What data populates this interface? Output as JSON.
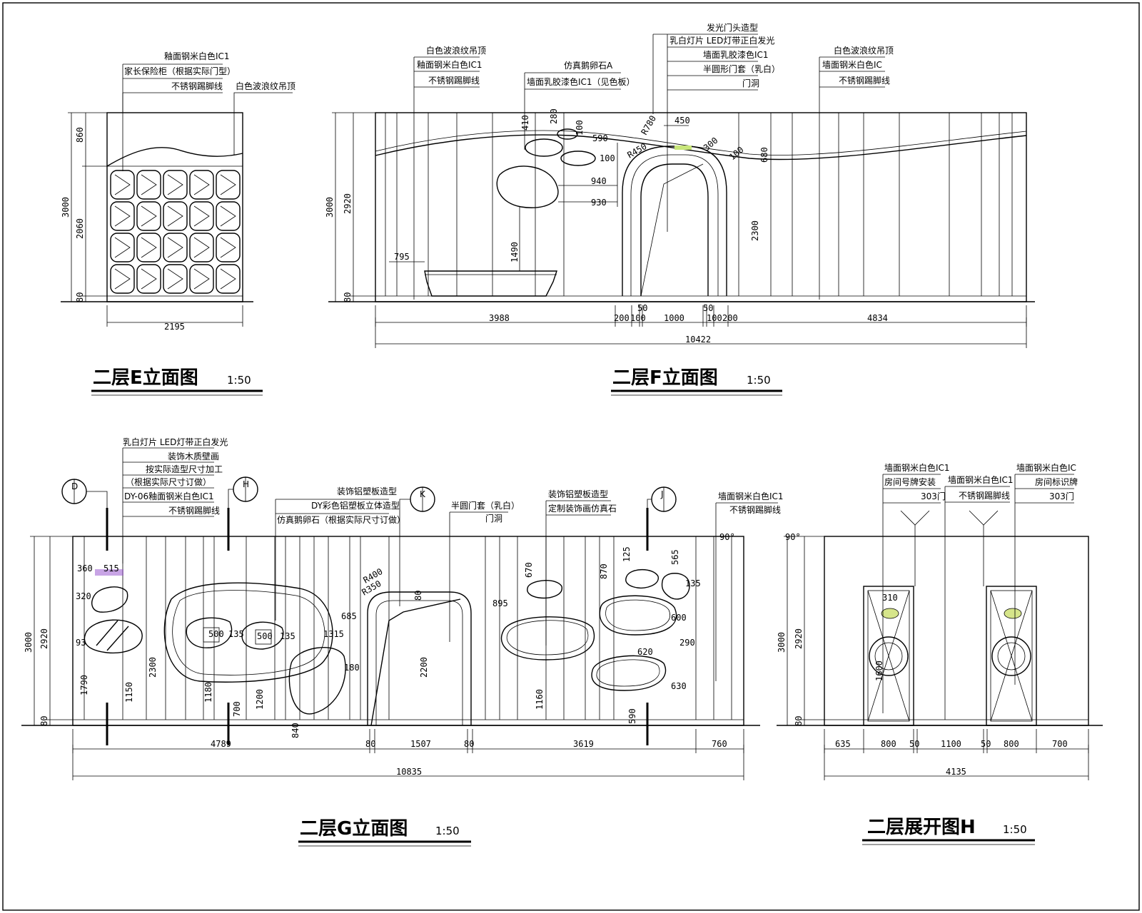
{
  "titles": {
    "e": {
      "name": "二层E立面图",
      "scale": "1:50"
    },
    "f": {
      "name": "二层F立面图",
      "scale": "1:50"
    },
    "g": {
      "name": "二层G立面图",
      "scale": "1:50"
    },
    "h": {
      "name": "二层展开图H",
      "scale": "1:50"
    }
  },
  "e": {
    "notes": [
      "釉面钢米白色IC1",
      "家长保险柜（根据实际门型）",
      "不锈钢踢脚线",
      "白色波浪纹吊顶"
    ],
    "dims": {
      "v1": "860",
      "v2": "2060",
      "v3": "80",
      "vt": "3000",
      "w": "2195"
    }
  },
  "f": {
    "notes_left": [
      "白色波浪纹吊顶",
      "釉面钢米白色IC1",
      "不锈钢踢脚线"
    ],
    "notes_mid": [
      "仿真鹅卵石A",
      "墙面乳胶漆色IC1（见色板）"
    ],
    "notes_top": [
      "发光门头造型",
      "乳白灯片 LED灯带正白发光",
      "墙面乳胶漆色IC1",
      "半圆形门套（乳白）",
      "门洞"
    ],
    "notes_right": [
      "白色波浪纹吊顶",
      "墙面钢米白色IC",
      "不锈钢踢脚线"
    ],
    "dims": {
      "r1": "410",
      "r2": "280",
      "r3": "590",
      "r4": "100",
      "r5": "100",
      "r6": "940",
      "r7": "930",
      "r8": "450",
      "r9": "R780",
      "r10": "R450",
      "r11": "300",
      "r12": "100",
      "r13": "680",
      "r14": "795",
      "r15": "1490",
      "r16": "2300",
      "r17": "3000",
      "r18": "2920",
      "r19": "80",
      "r20": "50",
      "r21": "50",
      "w1": "3988",
      "w2": "200",
      "w3": "100",
      "w4": "1000",
      "w5": "100",
      "w6": "200",
      "w7": "4834",
      "wt": "10422"
    }
  },
  "g": {
    "notes_a": [
      "乳白灯片 LED灯带正白发光",
      "装饰木质壁画",
      "按实际造型尺寸加工",
      "（根据实际尺寸订做）",
      "DY-06釉面钢米白色IC1",
      "不锈钢踢脚线"
    ],
    "notes_b": [
      "装饰铝塑板造型",
      "DY彩色铝塑板立体造型",
      "仿真鹅卵石（根据实际尺寸订做）"
    ],
    "notes_c": [
      "半圆门套（乳白）",
      "门洞"
    ],
    "notes_d": [
      "装饰铝塑板造型",
      "定制装饰画仿真石"
    ],
    "notes_e": [
      "墙面钢米白色IC1",
      "不锈钢踢脚线"
    ],
    "bubbles": [
      "D",
      "H",
      "K",
      "J"
    ],
    "dims": {
      "a1": "360",
      "a2": "515",
      "a3": "320",
      "a4": "93",
      "a5": "1790",
      "a6": "1150",
      "a7": "2300",
      "a8": "500",
      "a9": "135",
      "a10": "500",
      "a11": "135",
      "a12": "1180",
      "a13": "700",
      "a14": "1200",
      "a15": "685",
      "a16": "1315",
      "a17": "180",
      "a18": "840",
      "a19": "R400",
      "a20": "R350",
      "a21": "80",
      "a22": "2200",
      "a23": "895",
      "a24": "670",
      "a25": "1160",
      "a26": "870",
      "a27": "125",
      "a28": "565",
      "a29": "135",
      "a30": "600",
      "a31": "290",
      "a32": "620",
      "a33": "630",
      "a34": "590",
      "a35": "90°",
      "a36": "3000",
      "a37": "2920",
      "a38": "80",
      "w1": "4789",
      "w2": "80",
      "w3": "1507",
      "w4": "80",
      "w5": "3619",
      "w6": "760",
      "wt": "10835"
    }
  },
  "h": {
    "notes_1": [
      "墙面钢米白色IC1",
      "房间号牌安装",
      "303门"
    ],
    "notes_2": [
      "墙面钢米白色IC1",
      "不锈钢踢脚线"
    ],
    "notes_3": [
      "墙面钢米白色IC",
      "房间标识牌",
      "303门"
    ],
    "dims": {
      "v1": "90°",
      "v2": "3000",
      "v3": "2920",
      "v4": "80",
      "d1": "310",
      "d2": "1600",
      "w1": "635",
      "w2": "800",
      "w3": "50",
      "w4": "1100",
      "w5": "50",
      "w6": "800",
      "w7": "700",
      "wt": "4135"
    }
  },
  "colors": {
    "line": "#000000",
    "highlight_green": "#c8e67a",
    "highlight_purple": "#9b59d0",
    "door_spot": "#d6e58a"
  }
}
